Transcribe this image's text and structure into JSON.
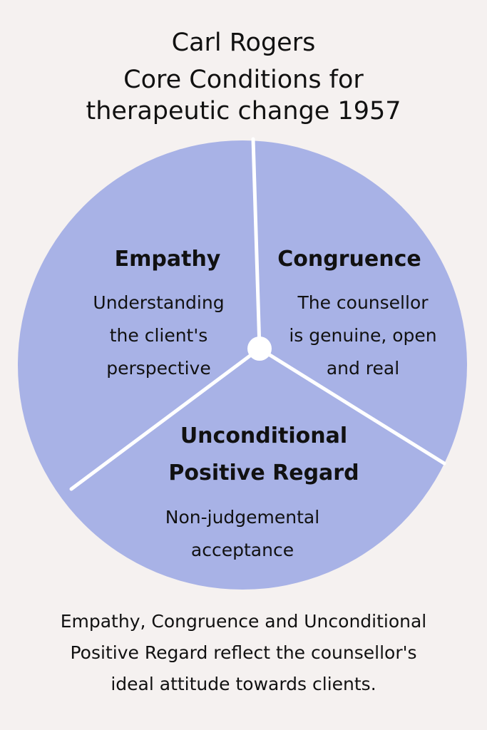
{
  "title": {
    "line1": "Carl Rogers",
    "line2": "Core Conditions for",
    "line3": "therapeutic change 1957"
  },
  "colors": {
    "background": "#f5f1f0",
    "circle_fill": "#a8b2e6",
    "divider": "#ffffff",
    "text": "#111111"
  },
  "sections": {
    "empathy": {
      "heading": "Empathy",
      "lines": [
        "Understanding",
        "the client's",
        "perspective"
      ]
    },
    "congruence": {
      "heading": "Congruence",
      "lines": [
        "The counsellor",
        "is genuine, open",
        "and real"
      ]
    },
    "upr": {
      "heading_line1": "Unconditional",
      "heading_line2": "Positive Regard",
      "lines": [
        "Non-judgemental",
        "acceptance"
      ]
    }
  },
  "caption": {
    "line1": "Empathy, Congruence and Unconditional",
    "line2": "Positive Regard reflect the counsellor's",
    "line3": "ideal attitude towards clients."
  }
}
